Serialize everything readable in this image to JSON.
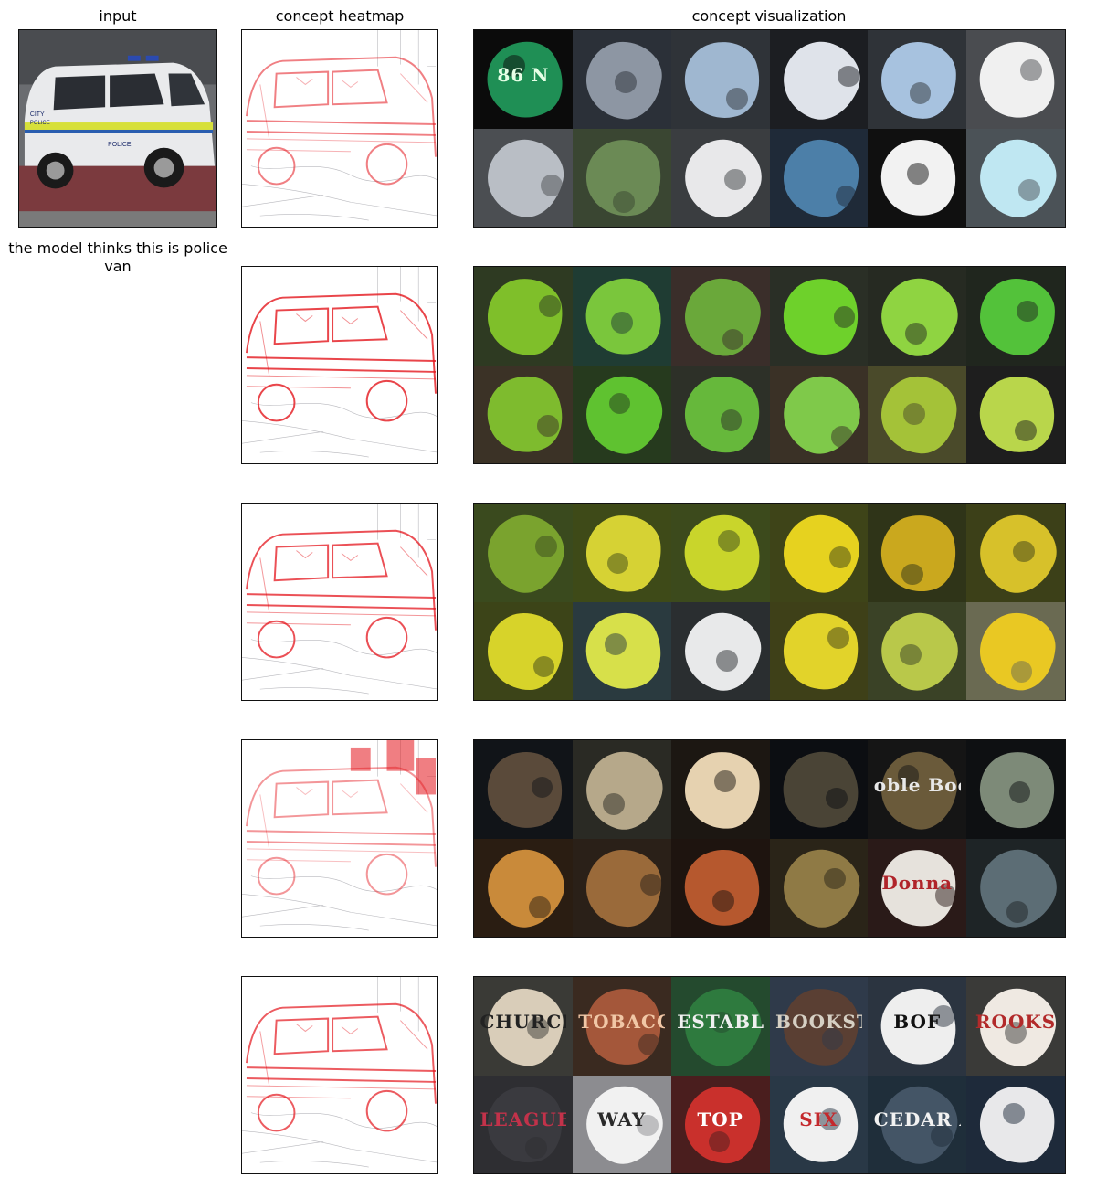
{
  "headers": {
    "input": "input",
    "heatmap": "concept heatmap",
    "visualization": "concept visualization"
  },
  "input_image": {
    "subject": "police van",
    "signage": [
      "CITY",
      "POLICE",
      "POLICE",
      "CITY POLICE"
    ]
  },
  "prediction_caption": "the model thinks this is police van",
  "concepts": [
    {
      "tiles": [
        {
          "bg": "#0b0b0b",
          "fg": "#1f8f55",
          "text": "86 N",
          "text_color": "#e6ffe6"
        },
        {
          "bg": "#2b3038",
          "fg": "#8d96a3"
        },
        {
          "bg": "#2f3338",
          "fg": "#9fb7d0"
        },
        {
          "bg": "#1c1e22",
          "fg": "#dfe3ea"
        },
        {
          "bg": "#2f3338",
          "fg": "#a7c2df"
        },
        {
          "bg": "#4a4c50",
          "fg": "#f0f0f0"
        },
        {
          "bg": "#4b4e52",
          "fg": "#b9bec5"
        },
        {
          "bg": "#3a4632",
          "fg": "#6b8a55"
        },
        {
          "bg": "#3a3d40",
          "fg": "#e8e8ea"
        },
        {
          "bg": "#1f2a38",
          "fg": "#4c7fa8"
        },
        {
          "bg": "#101010",
          "fg": "#f2f2f2"
        },
        {
          "bg": "#4b5257",
          "fg": "#bfe7f2"
        }
      ]
    },
    {
      "tiles": [
        {
          "bg": "#2e3a22",
          "fg": "#7fbf2a"
        },
        {
          "bg": "#1f3c33",
          "fg": "#7ac63c"
        },
        {
          "bg": "#3a2e2a",
          "fg": "#6aa83a"
        },
        {
          "bg": "#2a2f26",
          "fg": "#6ed12b"
        },
        {
          "bg": "#262a22",
          "fg": "#8fd441"
        },
        {
          "bg": "#20261e",
          "fg": "#53c23a"
        },
        {
          "bg": "#3b3226",
          "fg": "#7ebb2e"
        },
        {
          "bg": "#263a1e",
          "fg": "#5fc230"
        },
        {
          "bg": "#2d3028",
          "fg": "#66b83b"
        },
        {
          "bg": "#3a3126",
          "fg": "#7fc94a"
        },
        {
          "bg": "#4a4a2a",
          "fg": "#a4c238"
        },
        {
          "bg": "#1e1e1e",
          "fg": "#b9d64b"
        }
      ]
    },
    {
      "tiles": [
        {
          "bg": "#3a4a1e",
          "fg": "#7aa32e"
        },
        {
          "bg": "#3e4a18",
          "fg": "#d6d234"
        },
        {
          "bg": "#3c4a1c",
          "fg": "#c9d52b"
        },
        {
          "bg": "#3e4418",
          "fg": "#e6d21f"
        },
        {
          "bg": "#2f3418",
          "fg": "#caa81e"
        },
        {
          "bg": "#3c4018",
          "fg": "#d7c12a"
        },
        {
          "bg": "#3c4418",
          "fg": "#d7d32a"
        },
        {
          "bg": "#2a3a3f",
          "fg": "#d7e04a"
        },
        {
          "bg": "#2a2e30",
          "fg": "#e8e9ea"
        },
        {
          "bg": "#3e4018",
          "fg": "#e2d32a"
        },
        {
          "bg": "#3a4226",
          "fg": "#b9c84a"
        },
        {
          "bg": "#6a6a52",
          "fg": "#e9c823"
        }
      ]
    },
    {
      "tiles": [
        {
          "bg": "#111418",
          "fg": "#5a4a3a"
        },
        {
          "bg": "#2a2a24",
          "fg": "#b6a88a"
        },
        {
          "bg": "#1c1712",
          "fg": "#e6d2b0"
        },
        {
          "bg": "#0c0e12",
          "fg": "#4a4436"
        },
        {
          "bg": "#151515",
          "fg": "#6a5a3a",
          "text": "oble Booksell",
          "text_color": "#e8e8e8"
        },
        {
          "bg": "#0e1012",
          "fg": "#7d8a78"
        },
        {
          "bg": "#2a1d12",
          "fg": "#c98a3a"
        },
        {
          "bg": "#2a2018",
          "fg": "#9a6a3a"
        },
        {
          "bg": "#1e140f",
          "fg": "#b6582e"
        },
        {
          "bg": "#2a2418",
          "fg": "#8f7a45"
        },
        {
          "bg": "#2a1a18",
          "fg": "#e6e2dc",
          "text": "Donna",
          "text_color": "#b0242a"
        },
        {
          "bg": "#1e2426",
          "fg": "#5c6d75"
        }
      ]
    },
    {
      "tiles": [
        {
          "bg": "#3a3a36",
          "fg": "#d9cdb9",
          "text": "CHURCH",
          "text_color": "#222"
        },
        {
          "bg": "#3a2a20",
          "fg": "#a4573a",
          "text": "TOBACCO",
          "text_color": "#f1c7a6"
        },
        {
          "bg": "#244a2e",
          "fg": "#2e7a3e",
          "text": "ESTABLIS",
          "text_color": "#f0f0f0"
        },
        {
          "bg": "#2f3a4a",
          "fg": "#5a3f33",
          "text": "BOOKSTORE",
          "text_color": "#d6d0c4"
        },
        {
          "bg": "#2b3440",
          "fg": "#eeeeee",
          "text": "BOF",
          "text_color": "#111"
        },
        {
          "bg": "#3a3a38",
          "fg": "#efe9e2",
          "text": "ROOKS",
          "text_color": "#b22a2a"
        },
        {
          "bg": "#2e2e32",
          "fg": "#3a3a3f",
          "text": "LEAGUE",
          "text_color": "#c2324a"
        },
        {
          "bg": "#8c8c90",
          "fg": "#f1f1f1",
          "text": "WAY",
          "text_color": "#2a2a2a"
        },
        {
          "bg": "#4a1e1e",
          "fg": "#c9302c",
          "text": "TOP",
          "text_color": "#ffffff"
        },
        {
          "bg": "#293846",
          "fg": "#f0f0f0",
          "text": "SIX",
          "text_color": "#c4282c"
        },
        {
          "bg": "#1f2e3a",
          "fg": "#445566",
          "text": "CEDAR AVE",
          "text_color": "#f2f2f2"
        },
        {
          "bg": "#1e2a3a",
          "fg": "#e8e8ea"
        }
      ]
    }
  ],
  "colors": {
    "heat": "#e4161d",
    "edge": "#8a8a92",
    "frame": "#111111"
  }
}
